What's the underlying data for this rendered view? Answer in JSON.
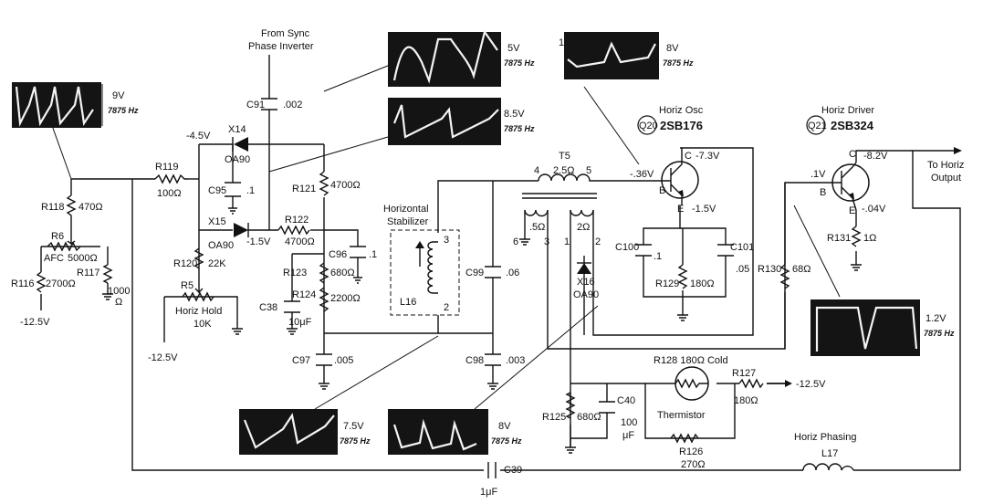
{
  "scopes": {
    "s1": {
      "amp": "9V",
      "freq": "7875 Hz"
    },
    "s2": {
      "amp": "5V",
      "freq": "7875 Hz"
    },
    "s3": {
      "amp": "8.5V",
      "freq": "7875 Hz"
    },
    "s4": {
      "amp": "8V",
      "freq": "7875 Hz",
      "tag": "1"
    },
    "s5": {
      "amp": "1.2V",
      "freq": "7875 Hz"
    },
    "s6": {
      "amp": "7.5V",
      "freq": "7875 Hz"
    },
    "s7": {
      "amp": "8V",
      "freq": "7875 Hz"
    }
  },
  "labels": {
    "sync1": "From Sync",
    "sync2": "Phase Inverter",
    "c91": "C91",
    "c91v": ".002",
    "x14": "X14",
    "x14t": "OA90",
    "neg45": "-4.5V",
    "r119": "R119",
    "r119v": "100Ω",
    "c95": "C95",
    "c95v": ".1",
    "r121": "R121",
    "r121v": "4700Ω",
    "x15": "X15",
    "x15t": "OA90",
    "neg15a": "-1.5V",
    "r122": "R122",
    "r122v": "4700Ω",
    "c96": "C96",
    "c96v": ".1",
    "r120": "R120",
    "r120v": "22K",
    "r123": "R123",
    "r123v": "680Ω",
    "c38": "C38",
    "c38v": "10μF",
    "r124": "R124",
    "r124v": "2200Ω",
    "r5": "R5",
    "hh1": "Horiz Hold",
    "hh2": "10K",
    "neg125a": "-12.5V",
    "c97": "C97",
    "c97v": ".005",
    "r118": "R118",
    "r118v": "470Ω",
    "r6": "R6",
    "afc": "AFC",
    "r6v": "5000Ω",
    "r116": "R116",
    "r116v": "2700Ω",
    "r117": "R117",
    "r117v1": "1000",
    "r117v2": "Ω",
    "neg125b": "-12.5V",
    "hs1": "Horizontal",
    "hs2": "Stabilizer",
    "l16": "L16",
    "p3": "3",
    "p2": "2",
    "c99": "C99",
    "c99v": ".06",
    "c98": "C98",
    "c98v": ".003",
    "t5": "T5",
    "t5p4": "4",
    "t5r": "2.5Ω",
    "t5p5": "5",
    "t5a": ".5Ω",
    "t5b": "2Ω",
    "pin6": "6",
    "pin3": "3",
    "pin1": "1",
    "pin2": "2",
    "hosc": "Horiz Osc",
    "q20": "Q20",
    "q20n": "2SB176",
    "q20c": "C",
    "q20b": "B",
    "q20e": "E",
    "v73": "-7.3V",
    "v36": "-.36V",
    "v15b": "-1.5V",
    "c100": "C100",
    "c100v": ".1",
    "c101": "C101",
    "c101v": ".05",
    "r129": "R129",
    "r129v": "180Ω",
    "x16": "X16",
    "x16t": "OA90",
    "hdrv": "Horiz Driver",
    "q21": "Q21",
    "q21n": "2SB324",
    "q21c": "C",
    "q21b": "B",
    "q21e": "E",
    "v82": "-8.2V",
    "v1": ".1V",
    "v04": "-.04V",
    "out1": "To Horiz",
    "out2": "Output",
    "r131": "R131",
    "r131v": "1Ω",
    "r130": "R130",
    "r130v": "68Ω",
    "r128": "R128 180Ω Cold",
    "r127": "R127",
    "r127v": "180Ω",
    "neg125c": "-12.5V",
    "therm": "Thermistor",
    "r125": "R125",
    "r125v": "680Ω",
    "c40": "C40",
    "c40v1": "100",
    "c40v2": "μF",
    "r126": "R126",
    "r126v": "270Ω",
    "hphase": "Horiz Phasing",
    "l17": "L17",
    "c39": "C39",
    "c39v": "1μF"
  }
}
